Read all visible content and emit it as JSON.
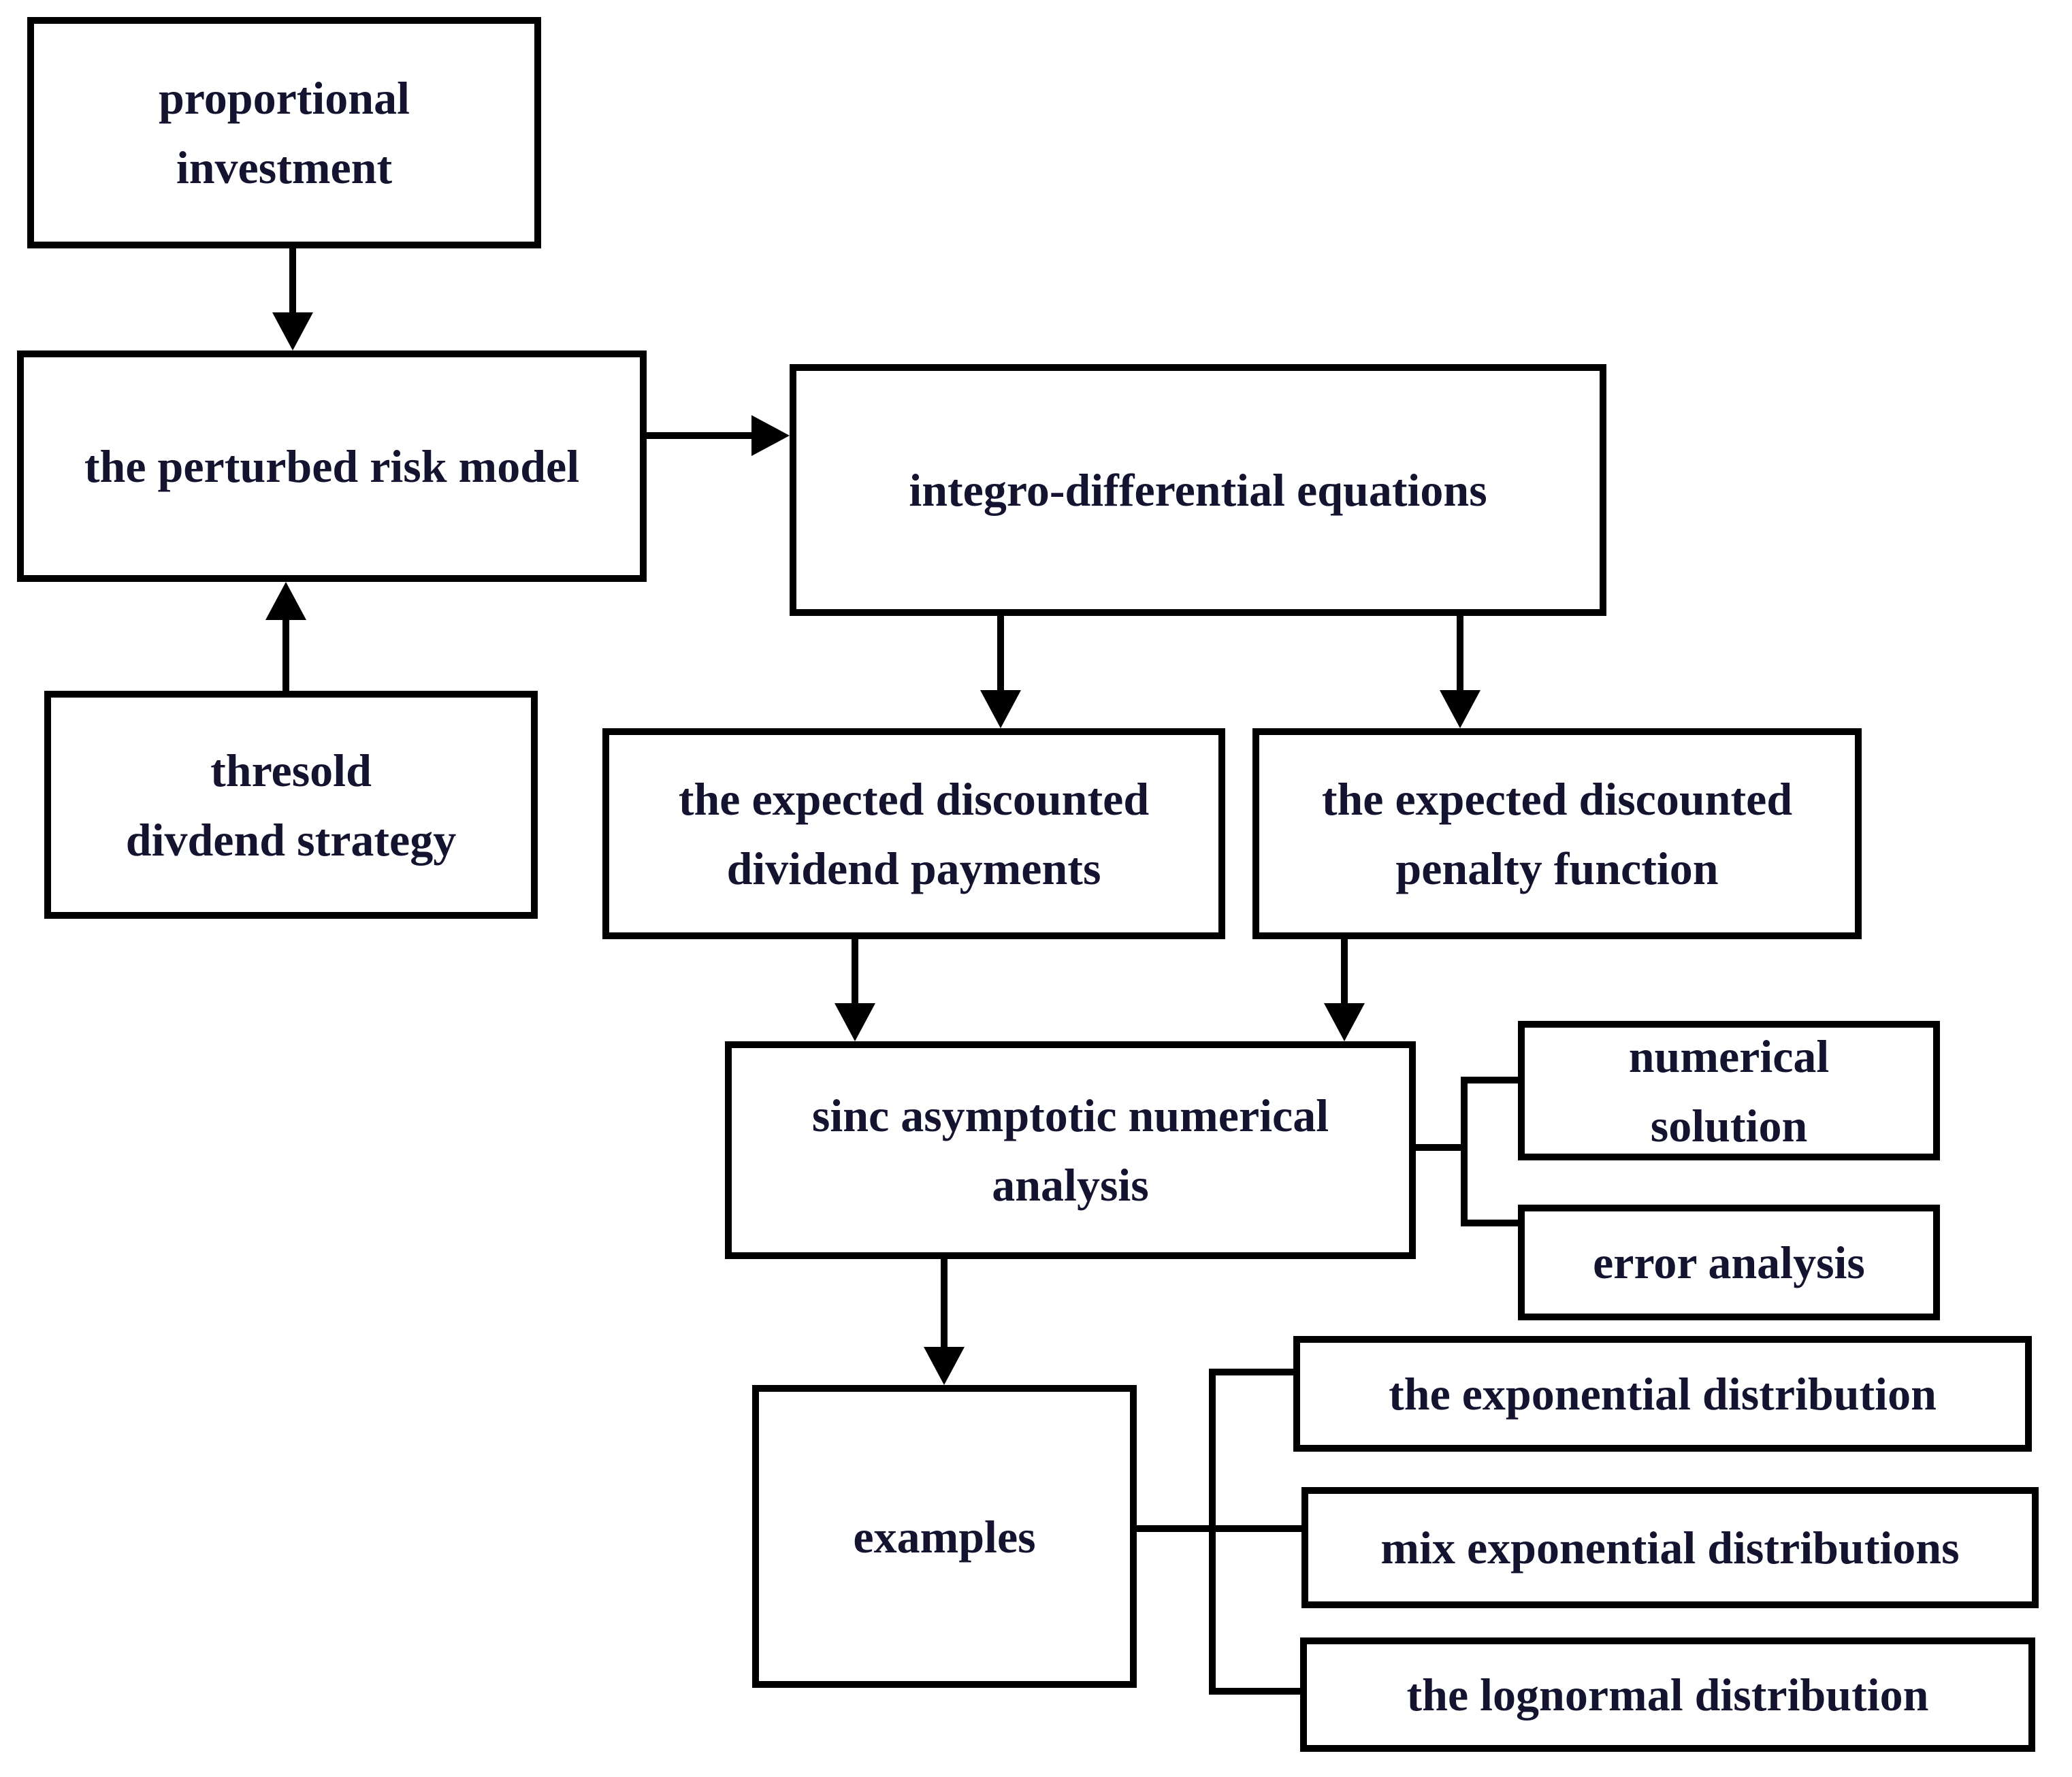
{
  "colors": {
    "line": "#000000",
    "text": "#141430",
    "box_fill": "#ffffff",
    "background": "#ffffff"
  },
  "nodes": {
    "proportional": {
      "lines": [
        "proportional",
        "investment"
      ]
    },
    "perturbed": {
      "lines": [
        "the perturbed risk model"
      ]
    },
    "thresold": {
      "lines": [
        "thresold",
        "divdend strategy"
      ]
    },
    "integro": {
      "lines": [
        "integro-differential equations"
      ]
    },
    "dividend": {
      "lines": [
        "the expected discounted",
        "dividend payments"
      ]
    },
    "penalty": {
      "lines": [
        "the expected discounted",
        "penalty function"
      ]
    },
    "sinc": {
      "lines": [
        "sinc asymptotic numerical",
        "analysis"
      ]
    },
    "numerical": {
      "lines": [
        "numerical",
        "solution"
      ]
    },
    "error": {
      "lines": [
        "error analysis"
      ]
    },
    "examples": {
      "lines": [
        "examples"
      ]
    },
    "exponential": {
      "lines": [
        "the exponential distribution"
      ]
    },
    "mix": {
      "lines": [
        "mix exponential distributions"
      ]
    },
    "lognormal": {
      "lines": [
        "the lognormal distribution"
      ]
    }
  },
  "edges": [
    {
      "from": "proportional investment",
      "to": "the perturbed risk model",
      "type": "arrow"
    },
    {
      "from": "thresold divdend strategy",
      "to": "the perturbed risk model",
      "type": "arrow"
    },
    {
      "from": "the perturbed risk model",
      "to": "integro-differential equations",
      "type": "arrow"
    },
    {
      "from": "integro-differential equations",
      "to": "the expected discounted dividend payments",
      "type": "arrow"
    },
    {
      "from": "integro-differential equations",
      "to": "the expected discounted penalty function",
      "type": "arrow"
    },
    {
      "from": "the expected discounted dividend payments",
      "to": "sinc asymptotic numerical analysis",
      "type": "arrow"
    },
    {
      "from": "the expected discounted penalty function",
      "to": "sinc asymptotic numerical analysis",
      "type": "arrow"
    },
    {
      "from": "sinc asymptotic numerical analysis",
      "to": "numerical solution",
      "type": "line"
    },
    {
      "from": "sinc asymptotic numerical analysis",
      "to": "error analysis",
      "type": "line"
    },
    {
      "from": "sinc asymptotic numerical analysis",
      "to": "examples",
      "type": "arrow"
    },
    {
      "from": "examples",
      "to": "the exponential distribution",
      "type": "line"
    },
    {
      "from": "examples",
      "to": "mix exponential distributions",
      "type": "line"
    },
    {
      "from": "examples",
      "to": "the lognormal distribution",
      "type": "line"
    }
  ]
}
